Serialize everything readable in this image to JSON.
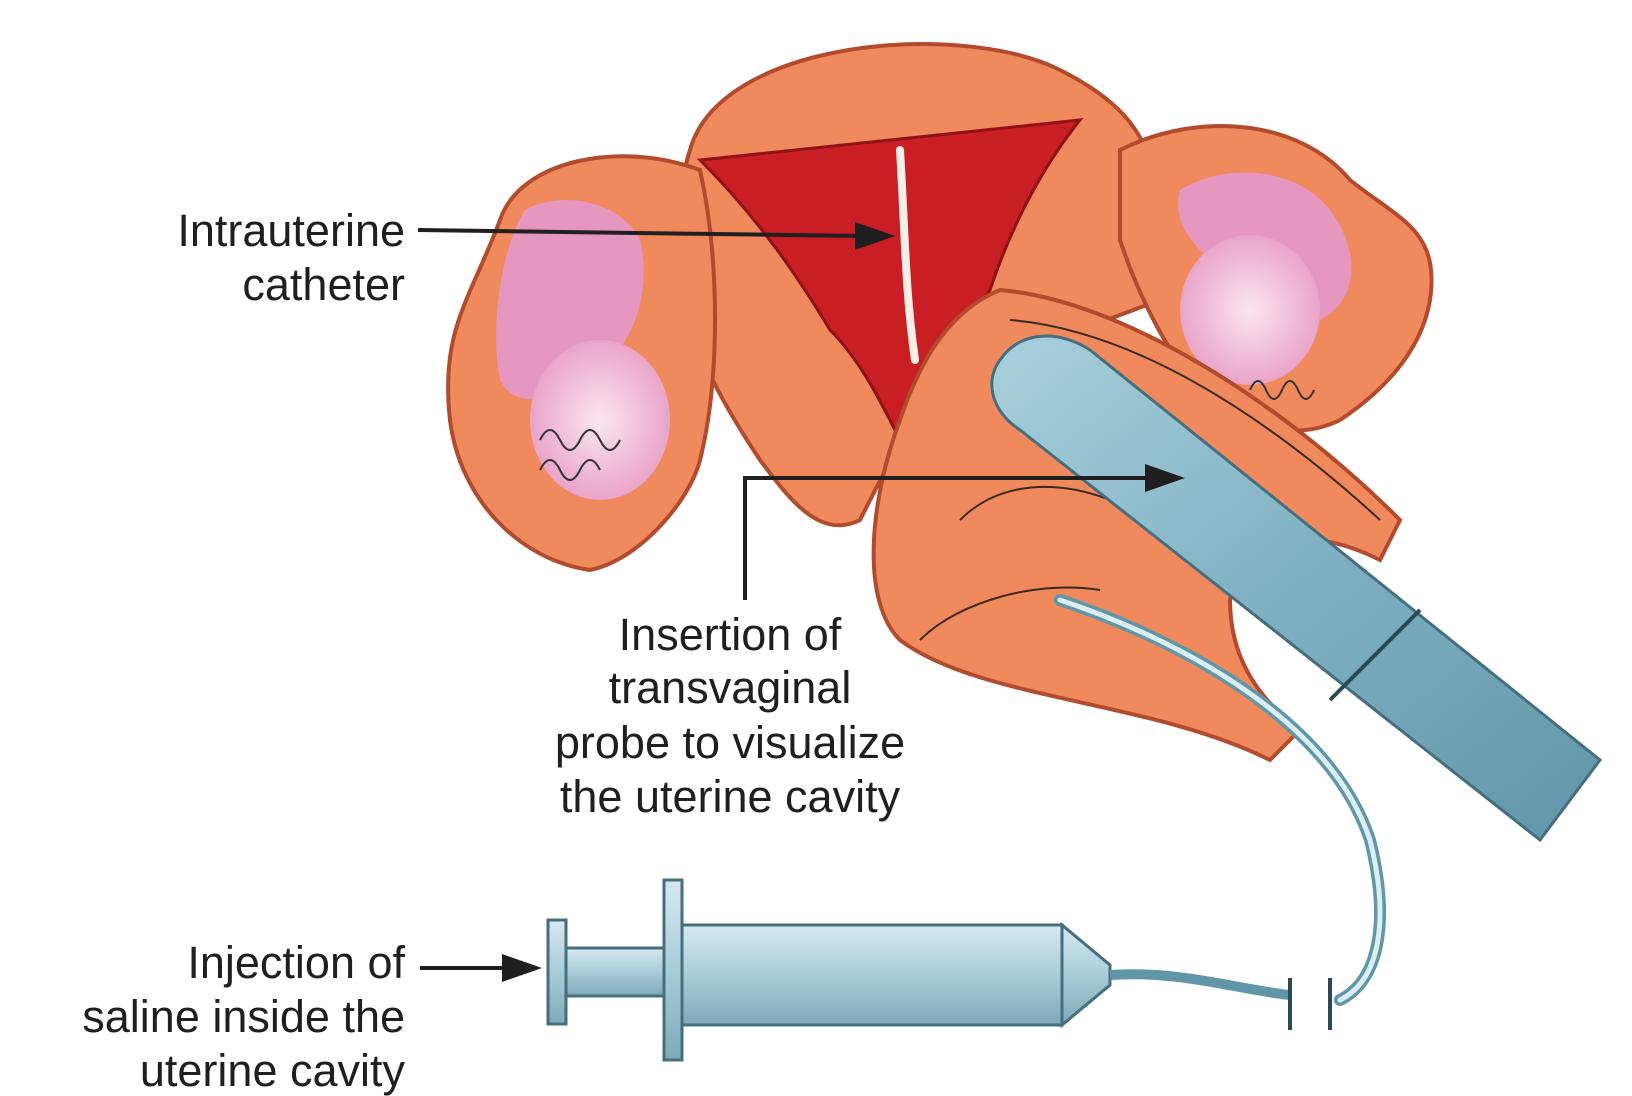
{
  "labels": {
    "catheter": [
      "Intrauterine",
      "catheter"
    ],
    "probe": [
      "Insertion of",
      "transvaginal",
      "probe to visualize",
      "the uterine cavity"
    ],
    "injection": [
      "Injection of",
      "saline inside the",
      "uterine cavity"
    ]
  },
  "colors": {
    "tissue": "#f08a5d",
    "tissue_outline": "#b24a2c",
    "cavity": "#c81e24",
    "ovary": "#e597c0",
    "ovary_light": "#f4c7dd",
    "probe": "#8fbccb",
    "probe_dark": "#5f96a8",
    "syringe": "#b9d8e2",
    "line": "#1f1f1f"
  }
}
